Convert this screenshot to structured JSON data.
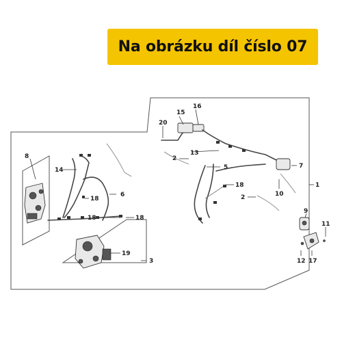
{
  "banner": {
    "text": "Na obrázku díl číslo 07",
    "color": "#f5c400"
  },
  "labels": {
    "l1": "1",
    "l2a": "2",
    "l2b": "2",
    "l3": "3",
    "l5": "5",
    "l6": "6",
    "l7": "7",
    "l8": "8",
    "l9": "9",
    "l10": "10",
    "l11": "11",
    "l12": "12",
    "l13": "13",
    "l14": "14",
    "l15": "15",
    "l16": "16",
    "l17": "17",
    "l18a": "18",
    "l18b": "18",
    "l18c": "18",
    "l18d": "18",
    "l19": "19",
    "l20": "20"
  }
}
